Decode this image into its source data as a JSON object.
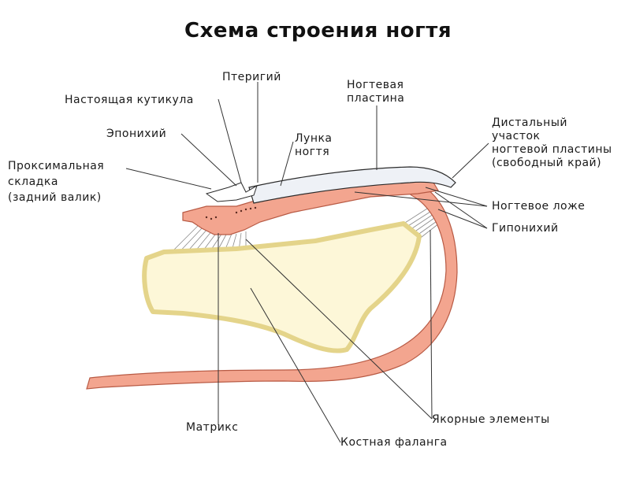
{
  "title": "Схема строения ногтя",
  "labels": {
    "pterygium": "Птеригий",
    "nail_plate_1": "Ногтевая",
    "nail_plate_2": "пластина",
    "true_cuticle": "Настоящая кутикула",
    "eponychium": "Эпонихий",
    "lunula_1": "Лунка",
    "lunula_2": "ногтя",
    "proximal_1": "Проксимальная",
    "proximal_2": "складка",
    "proximal_3": "(задний валик)",
    "distal_1": "Дистальный",
    "distal_2": "участок",
    "distal_3": "ногтевой пластины",
    "distal_4": "(свободный край)",
    "nail_bed": "Ногтевое ложе",
    "hyponychium": "Гипонихий",
    "matrix": "Матрикс",
    "anchor_elements": "Якорные элементы",
    "bone_phalanx": "Костная фаланга"
  },
  "colors": {
    "skin": "#f3a58f",
    "skin_outline": "#b85a44",
    "bone_fill": "#fdf7d8",
    "bone_outline": "#e4d48a",
    "nail_plate": "#eef1f6",
    "nail_outline": "#2a2a2a"
  }
}
